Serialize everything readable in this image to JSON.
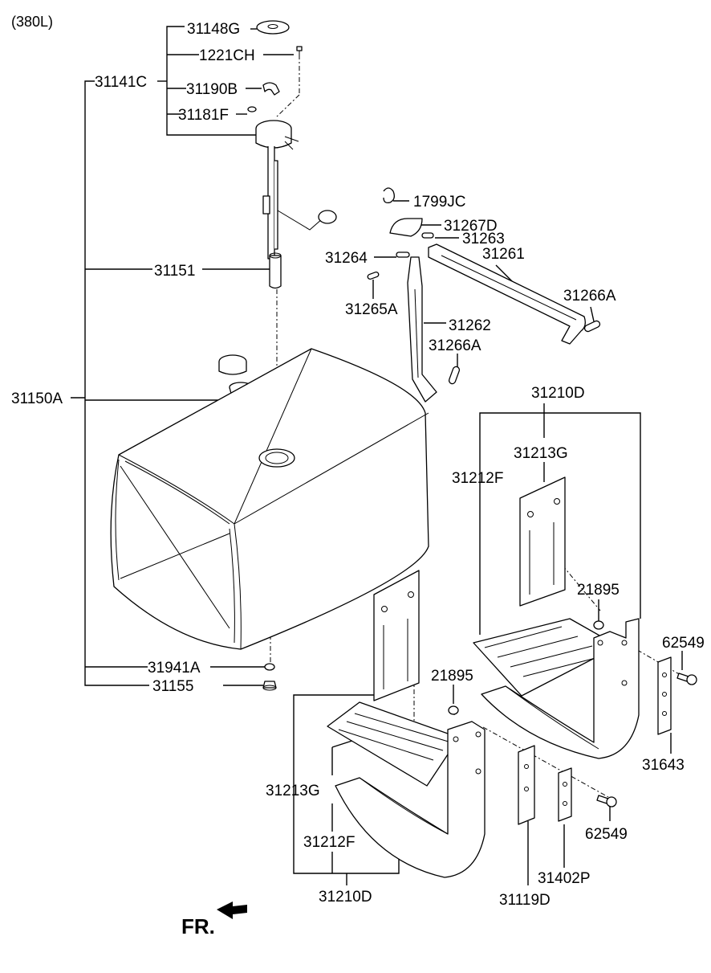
{
  "diagram": {
    "variant": "(380L)",
    "orientation_label": "FR.",
    "part_labels": {
      "p31148G": "31148G",
      "p1221CH": "1221CH",
      "p31141C": "31141C",
      "p31190B": "31190B",
      "p31181F": "31181F",
      "p1799JC": "1799JC",
      "p31267D": "31267D",
      "p31263": "31263",
      "p31264": "31264",
      "p31261": "31261",
      "p31151": "31151",
      "p31265A": "31265A",
      "p31266A_1": "31266A",
      "p31262": "31262",
      "p31266A_2": "31266A",
      "p31150A": "31150A",
      "p31210D_1": "31210D",
      "p31213G_1": "31213G",
      "p31212F_1": "31212F",
      "p21895_1": "21895",
      "p62549_1": "62549",
      "p31941A": "31941A",
      "p31155": "31155",
      "p21895_2": "21895",
      "p31643": "31643",
      "p31213G_2": "31213G",
      "p62549_2": "62549",
      "p31212F_2": "31212F",
      "p31402P": "31402P",
      "p31210D_2": "31210D",
      "p31119D": "31119D"
    }
  }
}
